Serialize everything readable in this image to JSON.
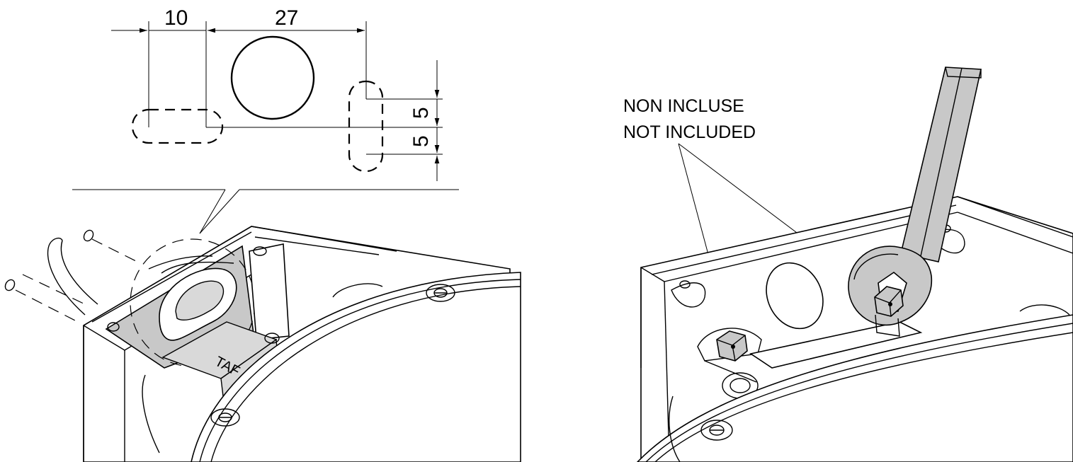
{
  "dimensions": {
    "offset_left": "10",
    "hole_spacing": "27",
    "slot_upper": "5",
    "slot_lower": "5"
  },
  "callout": {
    "line1": "NON INCLUSE",
    "line2": "NOT INCLUDED"
  },
  "colors": {
    "shading": "#c8c8c8",
    "line": "#000000",
    "background": "#ffffff"
  }
}
